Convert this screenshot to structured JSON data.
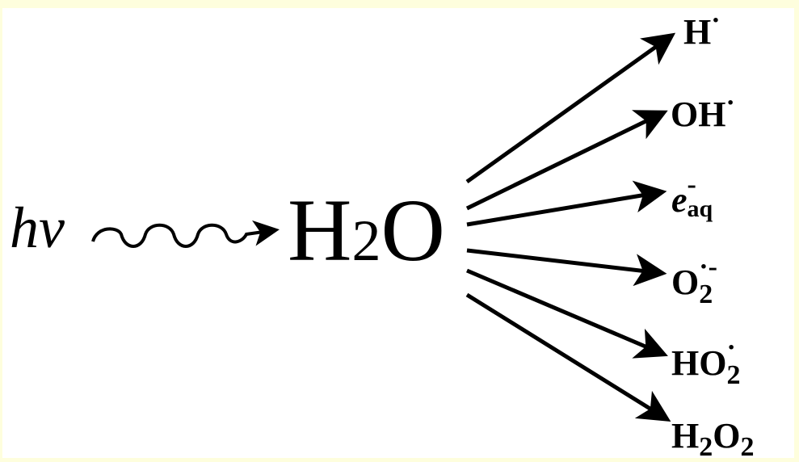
{
  "diagram": {
    "photon_label": "hv",
    "reactant": {
      "main": "H",
      "sub": "2",
      "tail": "O"
    },
    "products": [
      {
        "id": "h-radical",
        "base": "H",
        "sup": "·"
      },
      {
        "id": "oh-radical",
        "base": "OH",
        "sup": "·"
      },
      {
        "id": "e-aq",
        "base": "e",
        "sup": "-",
        "sub": "aq"
      },
      {
        "id": "superoxide",
        "base": "O",
        "sup": "·-",
        "sub": "2"
      },
      {
        "id": "ho2-radical",
        "base": "HO",
        "sup": "·",
        "sub": "2"
      },
      {
        "id": "h2o2",
        "base1": "H",
        "sub1": "2",
        "base2": "O",
        "sub2": "2"
      }
    ],
    "colors": {
      "background": "#fefedd",
      "panel": "#ffffff",
      "ink": "#000000"
    }
  }
}
